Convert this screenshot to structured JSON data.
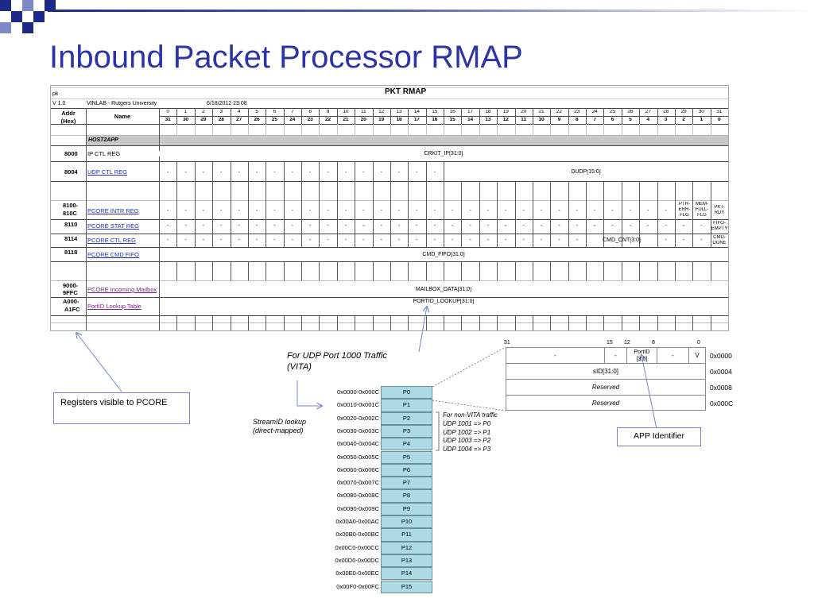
{
  "slide": {
    "title": "Inbound Packet Processor RMAP",
    "colors": {
      "title": "#2b33a6",
      "logo_dark": "#1c2b8a",
      "logo_light": "#7d88c6",
      "slot_fill": "#acdbe6",
      "link": "#1b2fd0"
    }
  },
  "sheet": {
    "corner_tag": "pk",
    "version": "V 1.0",
    "org": "VINLAB - Rutgers University",
    "date": "6/18/2012 23:08",
    "title": "PKT RMAP",
    "addr_header_1": "Addr",
    "addr_header_2": "(Hex)",
    "name_header": "Name",
    "bit_index_top": [
      "0",
      "1",
      "2",
      "3",
      "4",
      "5",
      "6",
      "7",
      "8",
      "9",
      "10",
      "11",
      "12",
      "13",
      "14",
      "15",
      "16",
      "17",
      "18",
      "19",
      "20",
      "21",
      "22",
      "23",
      "24",
      "25",
      "26",
      "27",
      "28",
      "29",
      "30",
      "31"
    ],
    "bit_index_bottom": [
      "31",
      "30",
      "29",
      "28",
      "27",
      "26",
      "25",
      "24",
      "23",
      "22",
      "21",
      "20",
      "19",
      "18",
      "17",
      "16",
      "15",
      "14",
      "13",
      "12",
      "11",
      "10",
      "9",
      "8",
      "7",
      "6",
      "5",
      "4",
      "3",
      "2",
      "1",
      "0"
    ],
    "section": "HOST2APP",
    "dash": "-",
    "registers": {
      "ip_ctl": {
        "addr": "8000",
        "name": "IP CTL REG",
        "field": "CRKIT_IP[31:0]"
      },
      "udp_ctl": {
        "addr": "8004",
        "name": "UDP CTL REG",
        "field": "DUDP[15:0]"
      },
      "intr": {
        "addr_1": "8100-",
        "addr_2": "810C",
        "name": "PCORE INTR REG",
        "f1": "PTR-",
        "f1b": "ERR-",
        "f1c": "FLG",
        "f2": "MEM-",
        "f2b": "FULL-",
        "f2c": "FLG",
        "f3": "PKT-",
        "f3b": "RDY"
      },
      "stat": {
        "addr": "8110",
        "name": "PCORE STAT REG",
        "f1": "FIFO-",
        "f1b": "EMPTY"
      },
      "ctl": {
        "addr": "8114",
        "name": "PCORE CTL REG",
        "field": "CMD_CNT[3:0]",
        "f1": "CMD-",
        "f1b": "DONE"
      },
      "cmd_fifo": {
        "addr": "8118",
        "name": "PCORE CMD FIFO",
        "field": "CMD_FIFO[31:0]"
      },
      "mailbox": {
        "addr_1": "9000-",
        "addr_2": "9FFC",
        "name": "PCORE Incoming Mailbox",
        "field": "MAILBOX_DATA[31:0]"
      },
      "portid": {
        "addr_1": "A000-",
        "addr_2": "A1FC",
        "name": "PortID  Lookup Table",
        "field": "PORTID_LOOKUP[31:0]"
      }
    }
  },
  "callouts": {
    "registers_visible": "Registers visible to PCORE",
    "udp_port_1": "For UDP Port 1000 Traffic",
    "udp_port_2": "(VITA)",
    "streamid_1": "StreamID lookup",
    "streamid_2": "(direct-mapped)",
    "nonvita": [
      "For non-VITA traffic",
      "UDP 1001 => P0",
      "UDP 1002 => P1",
      "UDP 1003 => P2",
      "UDP 1004 => P3"
    ],
    "app_identifier": "APP Identifier"
  },
  "lookup": {
    "addresses": [
      "0x0000-0x000C",
      "0x0010-0x001C",
      "0x0020-0x002C",
      "0x0030-0x003C",
      "0x0040-0x004C",
      "0x0050-0x005C",
      "0x0060-0x006C",
      "0x0070-0x007C",
      "0x0080-0x008C",
      "0x0090-0x009C",
      "0x00A0-0x00AC",
      "0x00B0-0x00BC",
      "0x00C0-0x00CC",
      "0x00D0-0x00DC",
      "0x00E0-0x00EC",
      "0x00F0-0x00FC"
    ],
    "slots": [
      "P0",
      "P1",
      "P2",
      "P3",
      "P4",
      "P5",
      "P6",
      "P7",
      "P8",
      "P9",
      "P10",
      "P11",
      "P12",
      "P13",
      "P14",
      "P15"
    ]
  },
  "port_table": {
    "bits": [
      "31",
      "15",
      "12",
      "8",
      "0"
    ],
    "row0": {
      "a": "-",
      "b": "-",
      "portid_1": "PortID",
      "portid_2": "[3:0]",
      "c": "-",
      "v": "V"
    },
    "row1": "sID[31:0]",
    "row2": "Reserved",
    "row3": "Reserved",
    "addresses": [
      "0x0000",
      "0x0004",
      "0x0008",
      "0x000C"
    ]
  }
}
